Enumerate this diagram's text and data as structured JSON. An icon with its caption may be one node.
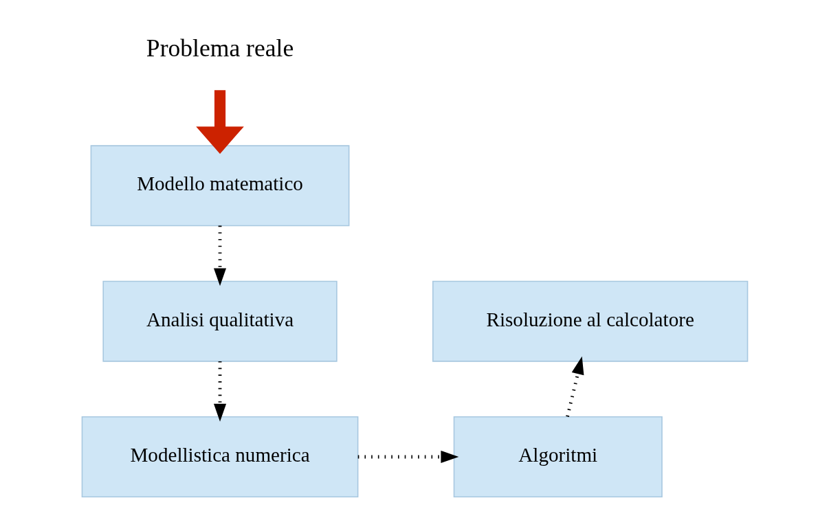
{
  "diagram": {
    "nodes": [
      {
        "text": [
          "Problema reale"
        ]
      },
      {
        "text": [
          "Modello matematico"
        ]
      },
      {
        "text": [
          "Analisi qualitativa"
        ]
      },
      {
        "text": [
          "Modellistica numerica"
        ]
      },
      {
        "text": [
          "Algoritmi"
        ]
      },
      {
        "text": [
          "Risoluzione al calcolatore"
        ]
      }
    ],
    "edges": [
      {
        "from": 0,
        "to": 1,
        "arrow": "to",
        "style": "thick",
        "color": "#cc2200"
      },
      {
        "from": 1,
        "to": 2,
        "arrow": "to",
        "style": "dashed"
      },
      {
        "from": 2,
        "to": 3,
        "arrow": "to",
        "style": "dashed"
      },
      {
        "from": 3,
        "to": 4,
        "arrow": "to",
        "style": "dashed"
      },
      {
        "from": 4,
        "to": 5,
        "arrow": "to",
        "style": "dashed"
      }
    ]
  }
}
